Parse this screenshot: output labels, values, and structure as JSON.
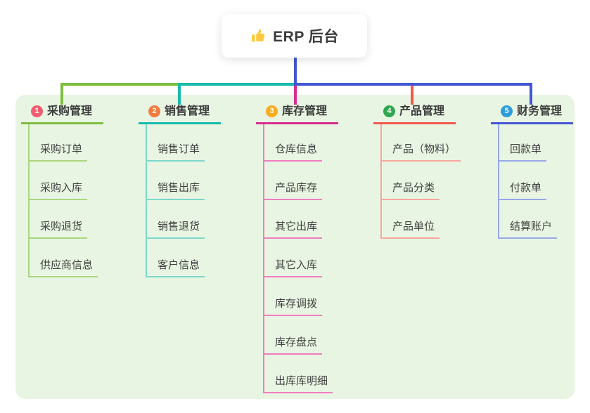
{
  "root": {
    "title": "ERP 后台",
    "icon": "thumbs-up"
  },
  "colors": {
    "canvas_bg": "#FFFFFF",
    "panel_bg": "#E8F5E2",
    "root_connector": "#4156D4",
    "root_card_bg": "#FFFFFF",
    "topic_text": "#3C3C3C",
    "child_text": "#414141",
    "thumb_icon": "#FFC83D"
  },
  "branches": [
    {
      "index": "1",
      "label": "采购管理",
      "badge_color": "#F25C70",
      "line_color": "#7EBE3E",
      "light_color": "#A8D77F",
      "children": [
        "采购订单",
        "采购入库",
        "采购退货",
        "供应商信息"
      ]
    },
    {
      "index": "2",
      "label": "销售管理",
      "badge_color": "#F57B3D",
      "line_color": "#17BBAB",
      "light_color": "#7ED8CA",
      "children": [
        "销售订单",
        "销售出库",
        "销售退货",
        "客户信息"
      ]
    },
    {
      "index": "3",
      "label": "库存管理",
      "badge_color": "#FBAB1E",
      "line_color": "#D92C90",
      "light_color": "#F07EC1",
      "children": [
        "仓库信息",
        "产品库存",
        "其它出库",
        "其它入库",
        "库存调拨",
        "库存盘点",
        "出库库明细"
      ]
    },
    {
      "index": "4",
      "label": "产品管理",
      "badge_color": "#30A851",
      "line_color": "#F4574D",
      "light_color": "#F9A69E",
      "children": [
        "产品（物料）",
        "产品分类",
        "产品单位"
      ]
    },
    {
      "index": "5",
      "label": "财务管理",
      "badge_color": "#2D9CDB",
      "line_color": "#4156D4",
      "light_color": "#97A8E8",
      "children": [
        "回款单",
        "付款单",
        "结算账户"
      ]
    }
  ]
}
